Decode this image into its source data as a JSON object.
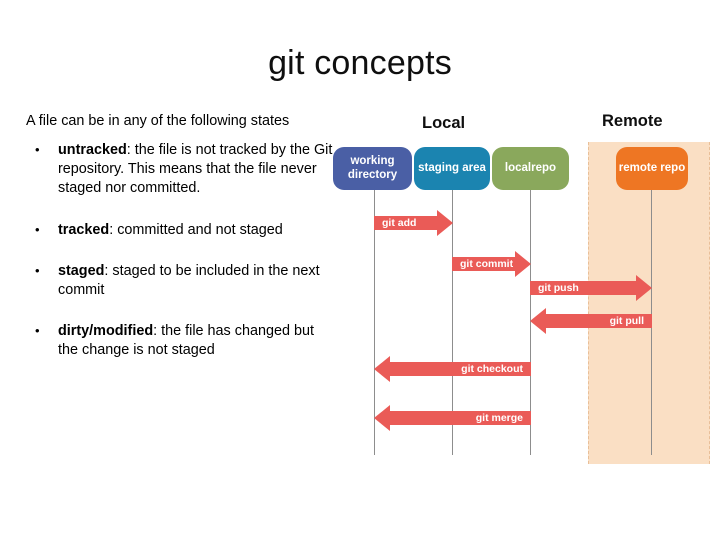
{
  "slide": {
    "title": "git concepts"
  },
  "content": {
    "intro": "A file can be in any of the following states",
    "bullet_mark": "•",
    "bullets": [
      {
        "term": "untracked",
        "separator": ": ",
        "text": "the file is not tracked by the Git repository. This means that the file never staged nor committed."
      },
      {
        "term": "tracked",
        "separator": ": ",
        "text": "committed and not staged"
      },
      {
        "term": "staged",
        "separator": ": ",
        "text": "staged to be included in the next commit"
      },
      {
        "term": "dirty/modified",
        "separator": ": ",
        "text": "the file has changed but the change is not staged"
      }
    ]
  },
  "diagram": {
    "zones": [
      {
        "id": "local",
        "label": "Local"
      },
      {
        "id": "remote",
        "label": "Remote"
      }
    ],
    "nodes": [
      {
        "id": "working-directory",
        "label": "working directory",
        "color": "#4a5fa5"
      },
      {
        "id": "staging-area",
        "label": "staging area",
        "color": "#1b84b0"
      },
      {
        "id": "localrepo",
        "label": "localrepo",
        "color": "#8aa85c"
      },
      {
        "id": "remote-repo",
        "label": "remote repo",
        "color": "#ee7623"
      }
    ],
    "arrows": [
      {
        "id": "git-add",
        "label": "git add",
        "direction": "right",
        "from": "working-directory",
        "to": "staging-area"
      },
      {
        "id": "git-commit",
        "label": "git commit",
        "direction": "right",
        "from": "staging-area",
        "to": "localrepo"
      },
      {
        "id": "git-push",
        "label": "git push",
        "direction": "right",
        "from": "localrepo",
        "to": "remote-repo"
      },
      {
        "id": "git-pull",
        "label": "git pull",
        "direction": "left",
        "from": "remote-repo",
        "to": "localrepo"
      },
      {
        "id": "git-checkout",
        "label": "git checkout",
        "direction": "left",
        "from": "localrepo",
        "to": "working-directory"
      },
      {
        "id": "git-merge",
        "label": "git merge",
        "direction": "left",
        "from": "localrepo",
        "to": "working-directory"
      }
    ],
    "colors": {
      "arrow": "#ea5b57",
      "remote_panel_background": "#fadfc4",
      "lifeline": "#8d8d8d"
    }
  }
}
